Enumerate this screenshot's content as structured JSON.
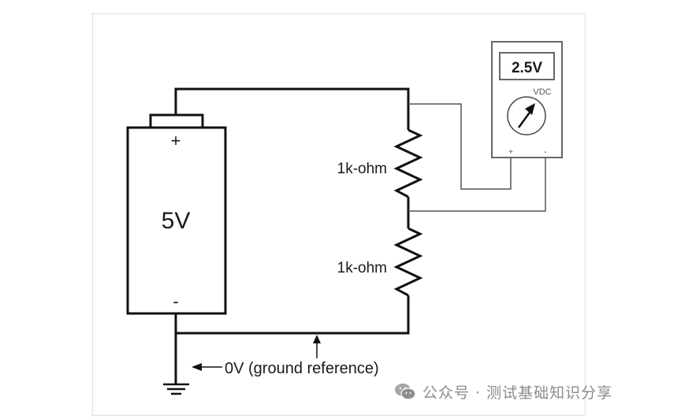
{
  "diagram": {
    "title": "Voltage divider measured with a voltmeter",
    "battery": {
      "voltage_label": "5V",
      "plus_label": "+",
      "minus_label": "-"
    },
    "resistors": [
      {
        "label": "1k-ohm"
      },
      {
        "label": "1k-ohm"
      }
    ],
    "meter": {
      "reading": "2.5V",
      "mode": "VDC",
      "plus_label": "+",
      "minus_label": "-"
    },
    "ground": {
      "label": "0V (ground reference)"
    }
  },
  "colors": {
    "wire": "#111111",
    "meter_line": "#555555",
    "frame": "#e6e6e6",
    "watermark": "#8c8c8c"
  },
  "watermark": {
    "icon": "wechat-icon",
    "text": "公众号 · 测试基础知识分享"
  }
}
